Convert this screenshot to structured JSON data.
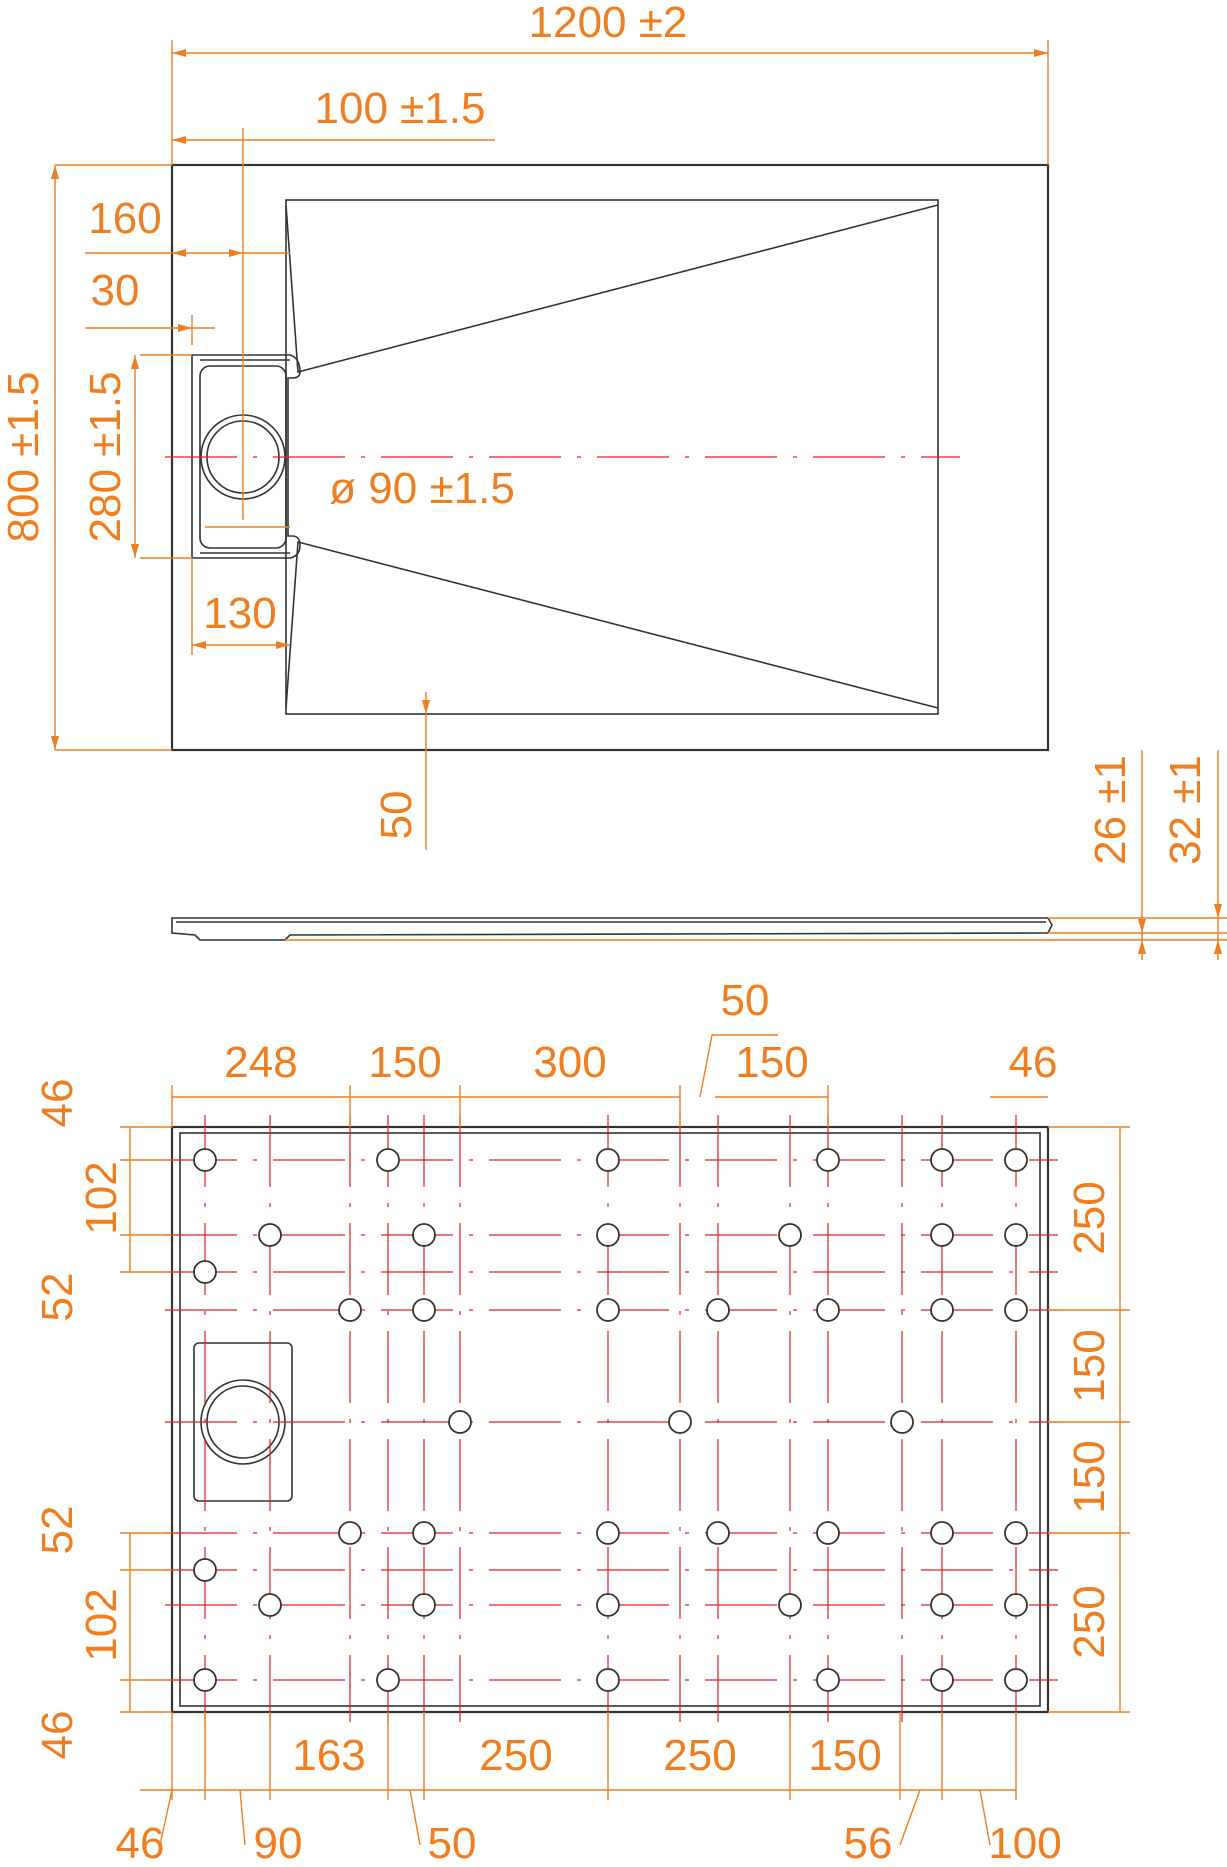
{
  "top_view": {
    "overall_width": "1200 ±2",
    "waste_offset": "100 ±1.5",
    "offset_160": "160",
    "offset_30": "30",
    "channel_length": "280 ±1.5",
    "overall_length": "800 ±1.5",
    "waste_diameter": "ø 90 ±1.5",
    "channel_width": "130",
    "border": "50"
  },
  "side_view": {
    "thickness_26": "26 ±1",
    "thickness_32": "32 ±1"
  },
  "bottom_view": {
    "top_dims": [
      "248",
      "150",
      "300",
      "50",
      "150",
      "46"
    ],
    "left_dims_upper": [
      "46",
      "102",
      "52"
    ],
    "left_dims_lower": [
      "52",
      "102",
      "46"
    ],
    "right_dims": [
      "250",
      "150",
      "150",
      "250"
    ],
    "bottom_dims": [
      "163",
      "250",
      "250",
      "150"
    ],
    "bottom_dims_lower": [
      "46",
      "90",
      "50",
      "56",
      "100"
    ]
  }
}
